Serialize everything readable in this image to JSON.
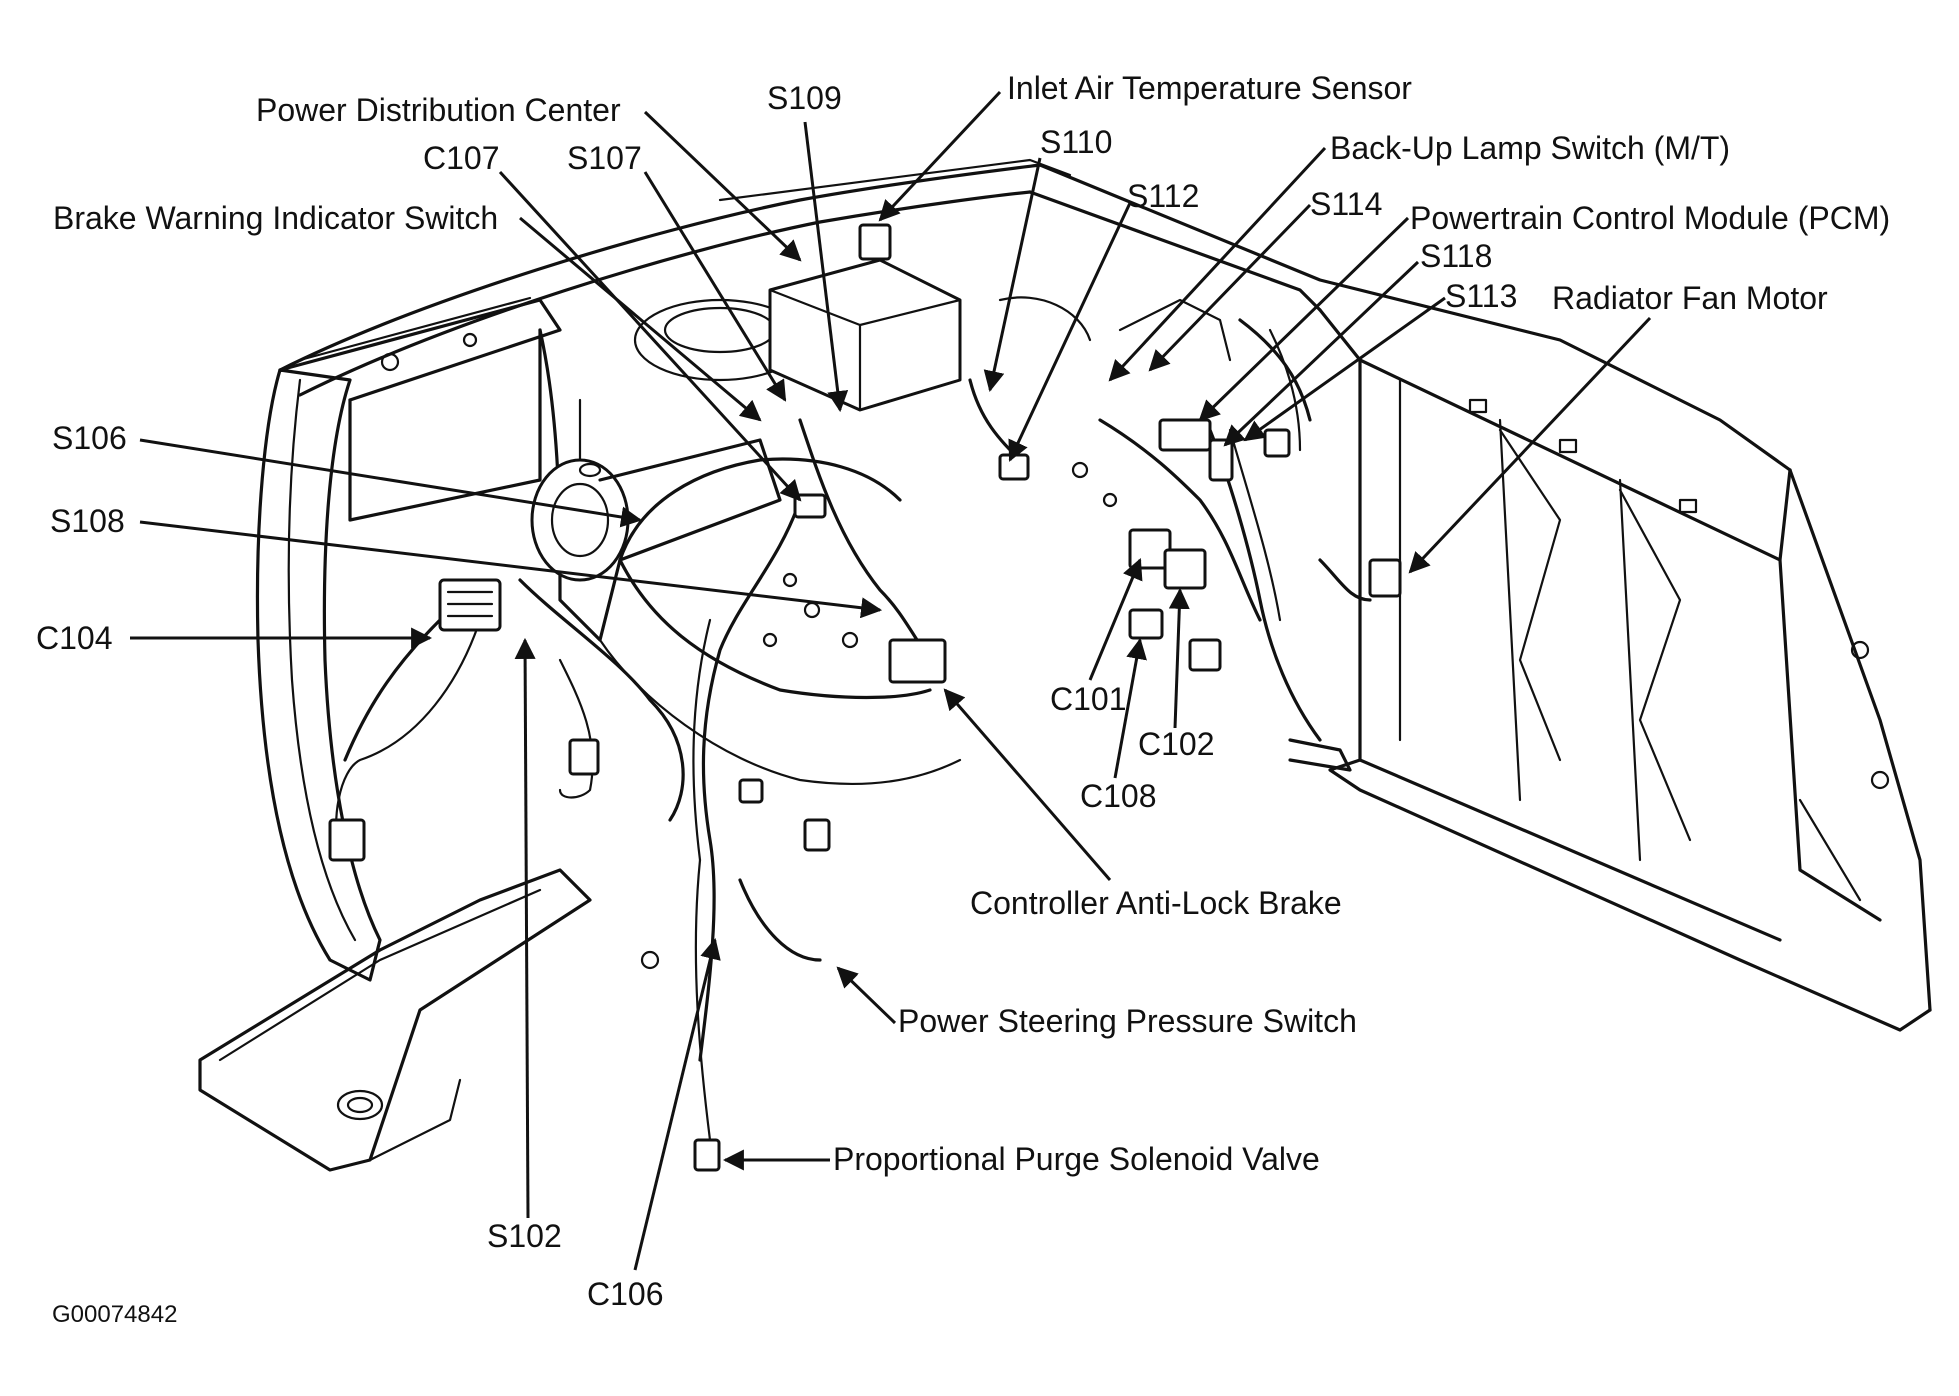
{
  "figure_id": "G00074842",
  "labels": {
    "power_distribution_center": "Power Distribution Center",
    "s109": "S109",
    "inlet_air_temperature_sensor": "Inlet Air Temperature Sensor",
    "c107": "C107",
    "s107": "S107",
    "s110": "S110",
    "back_up_lamp_switch": "Back-Up Lamp Switch (M/T)",
    "s112": "S112",
    "brake_warning_indicator_switch": "Brake Warning Indicator Switch",
    "s114": "S114",
    "powertrain_control_module": "Powertrain Control Module (PCM)",
    "s118": "S118",
    "s113": "S113",
    "radiator_fan_motor": "Radiator Fan Motor",
    "s106": "S106",
    "s108": "S108",
    "c104": "C104",
    "c101": "C101",
    "c102": "C102",
    "c108": "C108",
    "controller_anti_lock_brake": "Controller Anti-Lock Brake",
    "power_steering_pressure_switch": "Power Steering Pressure Switch",
    "proportional_purge_solenoid_valve": "Proportional Purge Solenoid Valve",
    "s102": "S102",
    "c106": "C106"
  }
}
